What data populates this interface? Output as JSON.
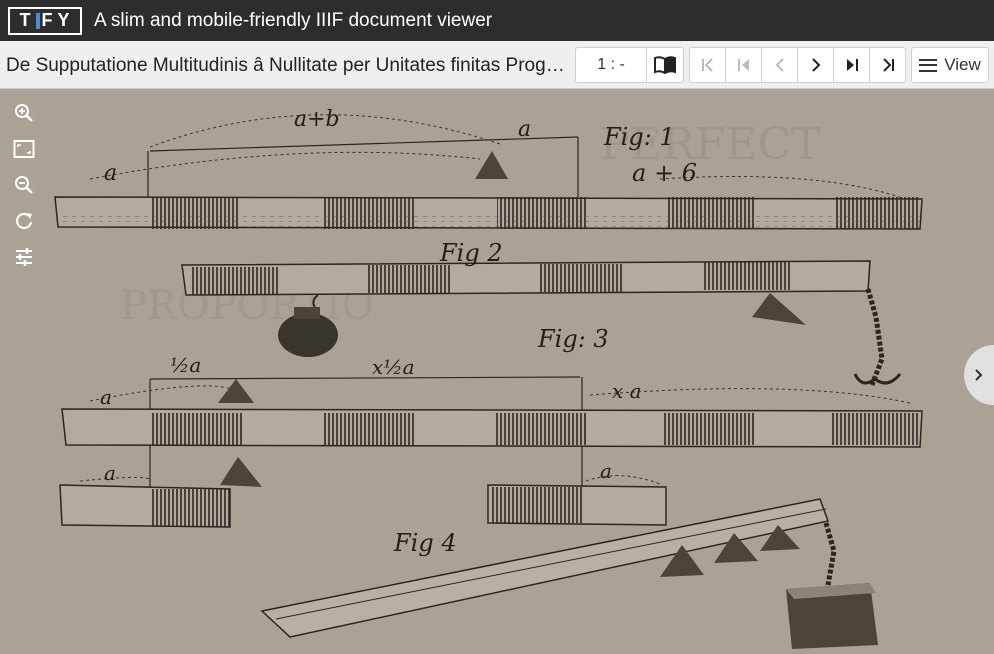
{
  "header": {
    "logo_text": "TIFY",
    "title": "A slim and mobile-friendly IIIF document viewer"
  },
  "toolbar": {
    "document_title": "De Supputatione Multitudinis â Nullitate per Unitates finitas Progressiva, et Regressiva. Accedit Mensura Virium Vivarum et Mortuarum",
    "page_selector": "1 : -",
    "view_label": "View"
  },
  "viewer": {
    "side_tools": [
      "zoom-in-icon",
      "fullscreen-icon",
      "zoom-out-icon",
      "rotate-icon",
      "filter-settings-icon"
    ],
    "figure_labels": {
      "fig1": "Fig: 1",
      "fig2": "Fig 2",
      "fig3": "Fig: 3",
      "fig4": "Fig 4",
      "a_plus_b": "a+b",
      "a_plus_6": "a + 6",
      "a": "a",
      "half_a": "½a",
      "x_half_a": "x½a",
      "x_a": "x a"
    }
  },
  "colors": {
    "header_bg": "#2d2d2d",
    "toolbar_bg": "#efefef",
    "logo_accent": "#4a8ad8",
    "paper": "#a9a294",
    "ink": "#2a2620"
  }
}
